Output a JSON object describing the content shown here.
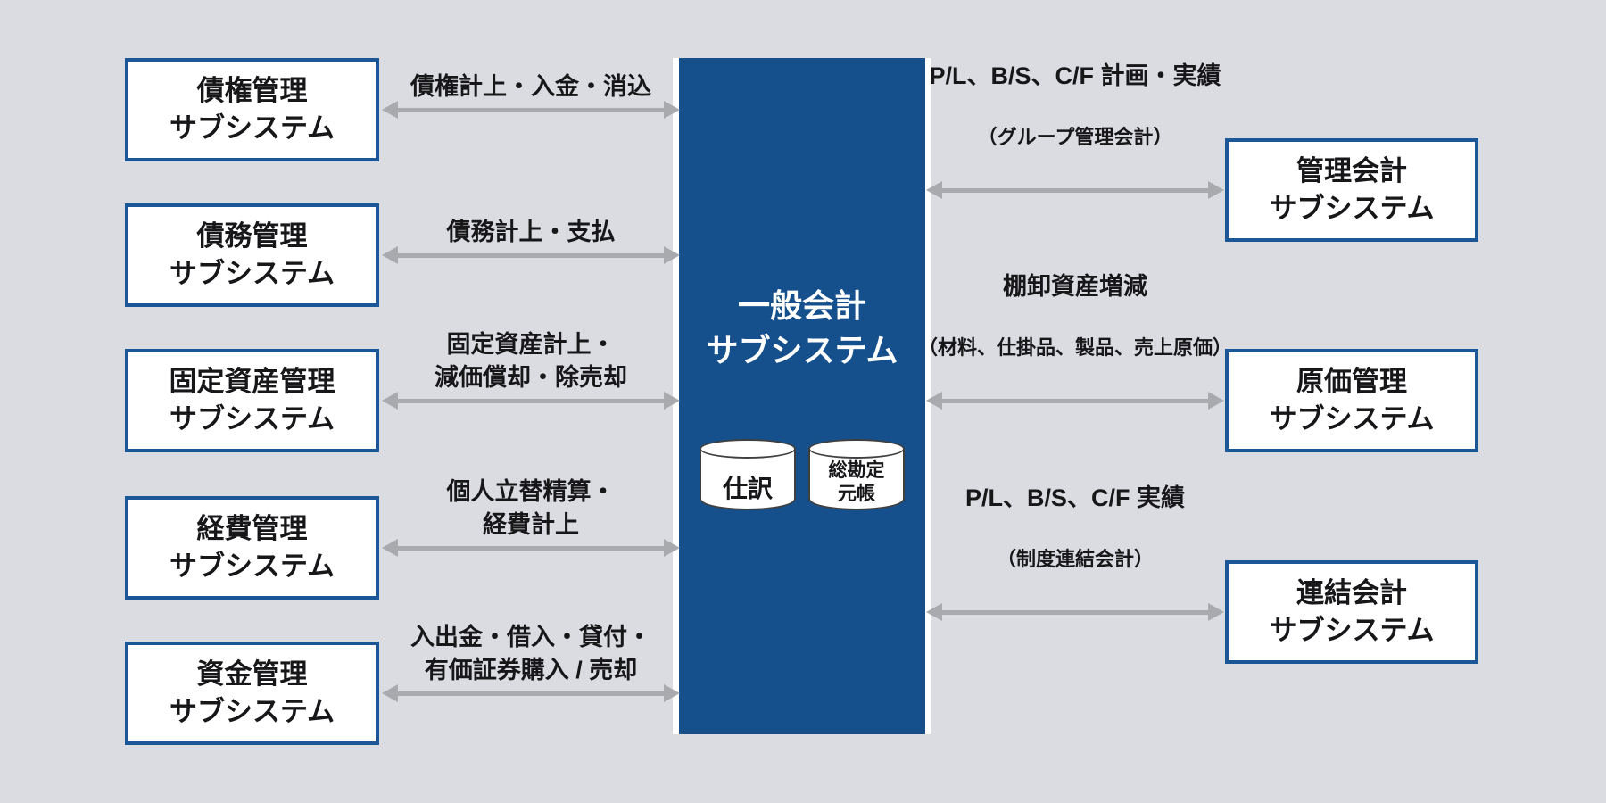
{
  "colors": {
    "background": "#dbdce1",
    "center_blue": "#15508c",
    "box_border_blue": "#1b5796",
    "arrow_gray": "#a9aaae"
  },
  "center": {
    "title": "一般会計\nサブシステム",
    "databases": [
      {
        "label": "仕訳"
      },
      {
        "label": "総勘定\n元帳"
      }
    ]
  },
  "left_systems": [
    {
      "label": "債権管理\nサブシステム",
      "flow": "債権計上・入金・消込"
    },
    {
      "label": "債務管理\nサブシステム",
      "flow": "債務計上・支払"
    },
    {
      "label": "固定資産管理\nサブシステム",
      "flow": "固定資産計上・\n減価償却・除売却"
    },
    {
      "label": "経費管理\nサブシステム",
      "flow": "個人立替精算・\n経費計上"
    },
    {
      "label": "資金管理\nサブシステム",
      "flow": "入出金・借入・貸付・\n有価証券購入 / 売却"
    }
  ],
  "right_systems": [
    {
      "label": "管理会計\nサブシステム",
      "flow": "P/L、B/S、C/F 計画・実績",
      "flow_sub": "（グループ管理会計）"
    },
    {
      "label": "原価管理\nサブシステム",
      "flow": "棚卸資産増減",
      "flow_sub": "（材料、仕掛品、製品、売上原価）"
    },
    {
      "label": "連結会計\nサブシステム",
      "flow": "P/L、B/S、C/F 実績",
      "flow_sub": "（制度連結会計）"
    }
  ]
}
